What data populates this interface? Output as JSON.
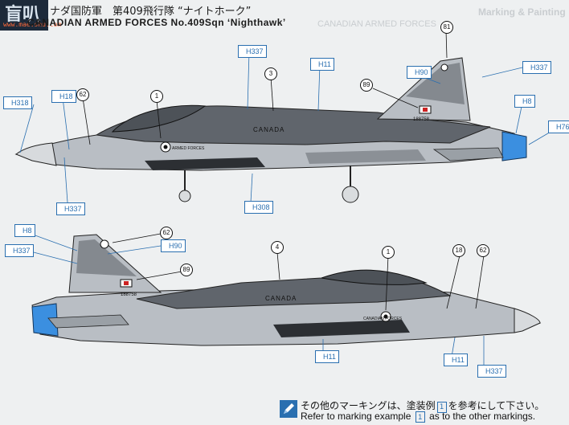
{
  "header": {
    "site_logo_text": "盲叭",
    "site_url": "www.mae.shu.com",
    "title_jp": "ナダ国防軍　第409飛行隊 “ナイトホーク”",
    "title_en": "CANADIAN  ARMED  FORCES  No.409Sqn  ‘Nighthawk’"
  },
  "background_page": {
    "heading": "Marking & Painting",
    "subtitle": "CANADIAN ARMED FORCES"
  },
  "top_aircraft": {
    "fuselage_text": "CANADA",
    "side_text": "ARMED\nFORCES",
    "tail_number": "188758",
    "callouts": {
      "h318": "H318",
      "h18": "H18",
      "h337_top": "H337",
      "h11_top": "H11",
      "h90": "H90",
      "h337_tail": "H337",
      "h8": "H8",
      "h76": "H76",
      "h337_bottom": "H337",
      "h308": "H308",
      "c62": "62",
      "c1": "1",
      "c3": "3",
      "c89": "89",
      "c81": "81"
    }
  },
  "bottom_aircraft": {
    "fuselage_text": "CANADA",
    "side_text": "CANADIAN\nFORCES",
    "tail_number": "188758",
    "callouts": {
      "h8": "H8",
      "h337_left": "H337",
      "h90": "H90",
      "h11_a": "H11",
      "h11_b": "H11",
      "h337_right": "H337",
      "c62_left": "62",
      "c89": "89",
      "c4": "4",
      "c1": "1",
      "c18": "18",
      "c62_right": "62"
    }
  },
  "footer": {
    "note_jp_before": "その他のマーキングは、塗装例",
    "note_jp_badge": "1",
    "note_jp_after": "を参考にして下さい。",
    "note_en_before": "Refer to marking example",
    "note_en_badge": "1",
    "note_en_after": "as to the other markings."
  },
  "colors": {
    "code_blue": "#2a6fb0",
    "dark_grey": "#5f646b",
    "light_grey": "#b7bcc2",
    "nozzle_blue": "#3b8fe0",
    "paper": "#eef0f1"
  }
}
